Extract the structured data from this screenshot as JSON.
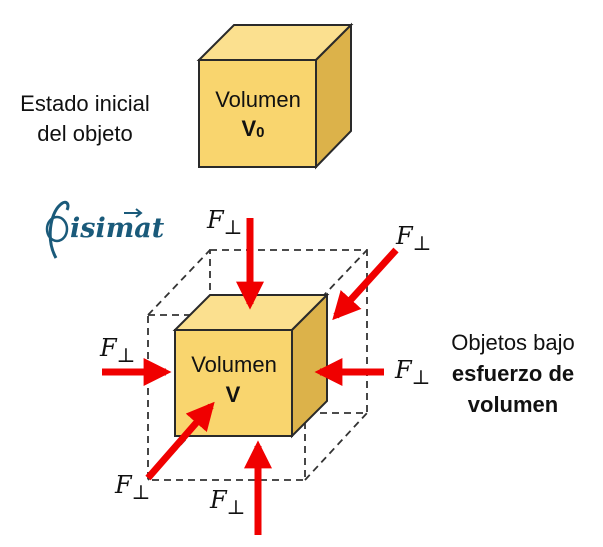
{
  "initial_state": {
    "label_line1": "Estado inicial",
    "label_line2": "del objeto",
    "cube_label_line1": "Volumen",
    "cube_label_line2": "V",
    "cube_label_sub": "0"
  },
  "logo": {
    "text": "isimat",
    "color": "#1a5a7a"
  },
  "stressed_state": {
    "cube_label_line1": "Volumen",
    "cube_label_line2": "V",
    "label_line1": "Objetos bajo",
    "label_line2": "esfuerzo de",
    "label_line3": "volumen"
  },
  "force_label": {
    "symbol": "F",
    "subscript": "⊥"
  },
  "colors": {
    "cube_front": "#f9d56e",
    "cube_top": "#fbe08f",
    "cube_side": "#dcb24a",
    "cube_edge": "#2a2a2a",
    "arrow": "#f00000",
    "dashed": "#333333"
  }
}
